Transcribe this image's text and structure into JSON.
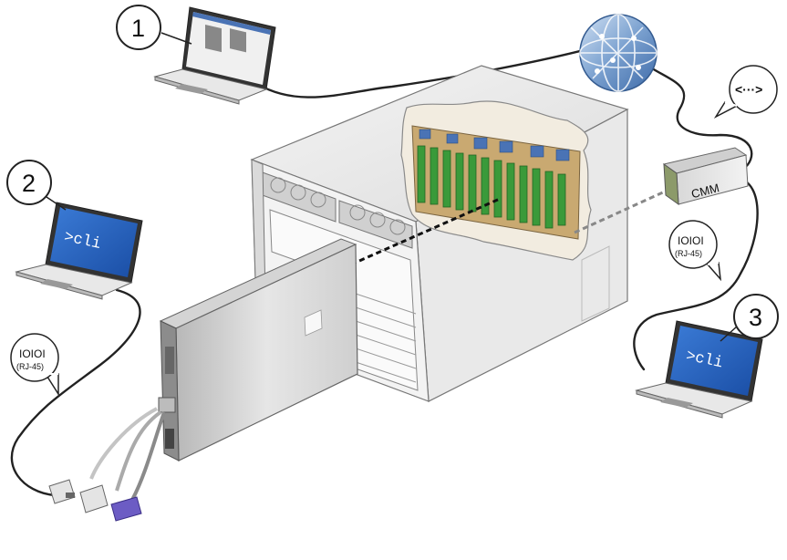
{
  "callouts": {
    "num1": "1",
    "num2": "2",
    "num3": "3"
  },
  "laptops": {
    "left_screen": ">cli",
    "right_screen": ">cli"
  },
  "module": {
    "label": "CMM"
  },
  "connections": {
    "left_serial_symbol": "IOIOI",
    "left_serial_port": "(RJ-45)",
    "right_serial_symbol": "IOIOI",
    "right_serial_port": "(RJ-45)",
    "network_symbol": "<···>"
  },
  "colors": {
    "screen_blue": "#1e5bb8",
    "midplane_green": "#3a9a3a",
    "dongle_purple": "#6c5cc4",
    "globe_blue": "#5a85bd"
  },
  "icons": [
    "laptop-icon",
    "globe-icon",
    "network-icon",
    "serial-icon",
    "cmm-module",
    "server-chassis",
    "server-blade",
    "dongle-cable"
  ]
}
